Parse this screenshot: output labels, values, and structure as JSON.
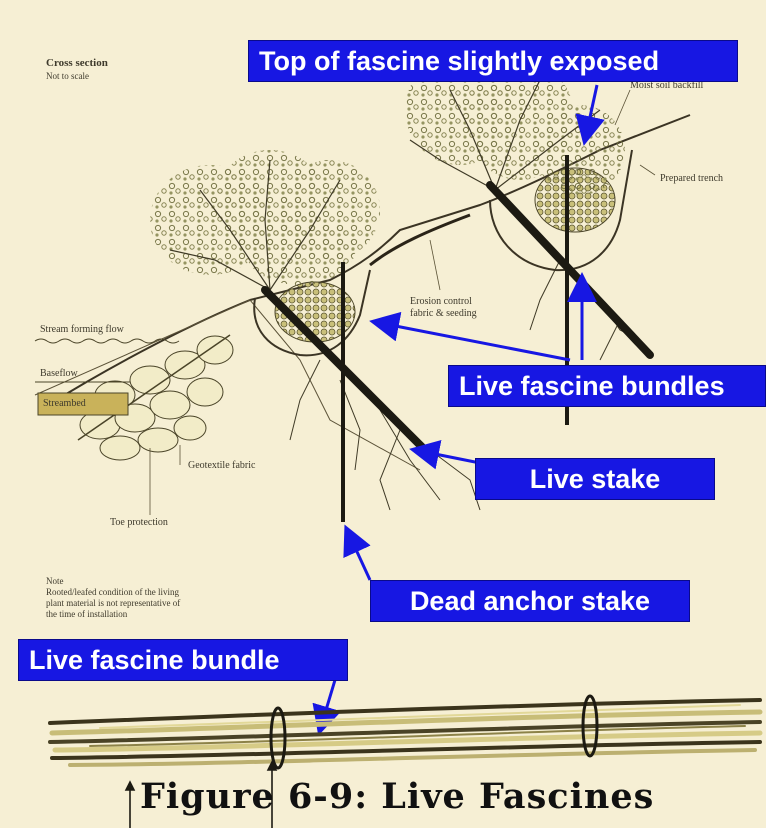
{
  "drawing_labels": {
    "cross_section": "Cross section",
    "not_to_scale": "Not to scale",
    "moist_soil_backfill": "Moist soil backfill",
    "prepared_trench": "Prepared trench",
    "erosion_control_1": "Erosion control",
    "erosion_control_2": "fabric & seeding",
    "stream_forming_flow": "Stream forming flow",
    "baseflow": "Baseflow",
    "streambed": "Streambed",
    "geotextile_fabric": "Geotextile fabric",
    "toe_protection": "Toe protection",
    "note_title": "Note",
    "note_line_1": "Rooted/leafed condition of the living",
    "note_line_2": "plant material is not representative of",
    "note_line_3": "the time of installation"
  },
  "callouts": {
    "top_exposed": "Top of fascine slightly exposed",
    "live_bundles": "Live fascine bundles",
    "live_stake": "Live stake",
    "dead_anchor": "Dead anchor stake",
    "live_bundle": "Live fascine bundle"
  },
  "caption": "Figure 6-9: Live Fascines",
  "colors": {
    "callout_bg": "#1717e3",
    "callout_text": "#ffffff",
    "arrow": "#1717e3",
    "paper": "#f6efd4",
    "ink": "#2a2418"
  }
}
